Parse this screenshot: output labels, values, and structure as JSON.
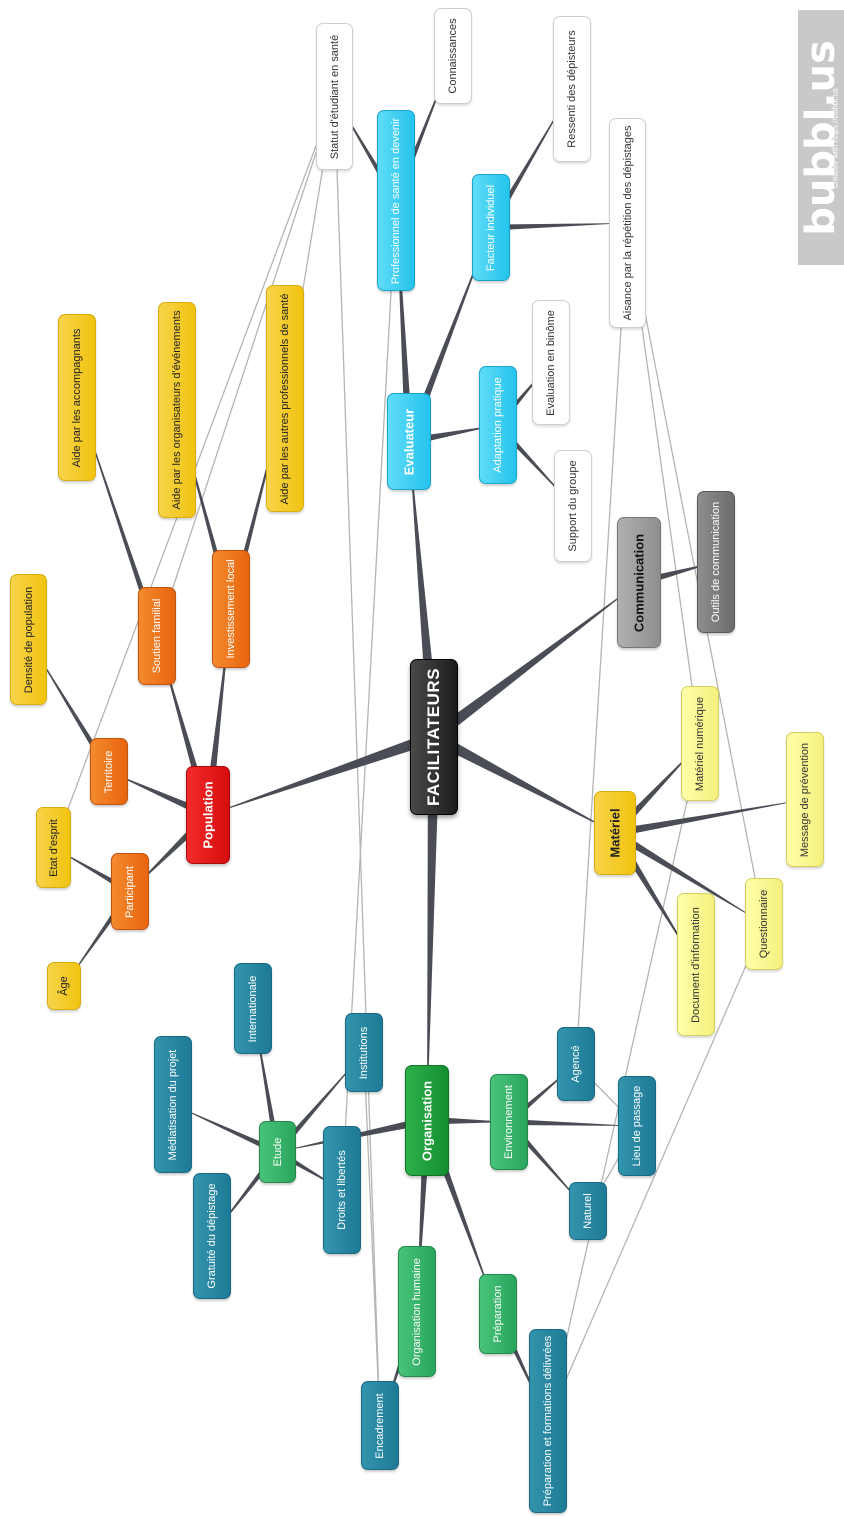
{
  "brand": {
    "logo": "bubbl.us",
    "credit": "created with https://bubbl.us"
  },
  "nodes": {
    "facilitateurs": "FACILITATEURS",
    "population": "Population",
    "evaluateur": "Evaluateur",
    "communication": "Communication",
    "materiel": "Matériel",
    "organisation": "Organisation",
    "territoire": "Territoire",
    "participant": "Participant",
    "soutien_familial": "Soutien familial",
    "investissement_local": "Investissement local",
    "densite_population": "Densité de population",
    "etat_esprit": "Etat d'esprit",
    "age": "Âge",
    "aide_accompagnants": "Aide par les accompagnants",
    "aide_organisateurs": "Aide par les organisateurs d'événements",
    "aide_autres_pro": "Aide par les autres professionnels de santé",
    "statut_etudiant": "Statut d'étudiant en santé",
    "connaissances": "Connaissances",
    "pro_sante_devenir": "Professionnel de santé en devenir",
    "ressenti_depisteurs": "Ressenti des dépisteurs",
    "facteur_individuel": "Facteur individuel",
    "aisance_repetition": "Aisance par la répétition des dépistages",
    "adaptation_pratique": "Adaptation pratique",
    "evaluation_binome": "Evaluation en binôme",
    "support_groupe": "Support du groupe",
    "outils_communication": "Outils de communication",
    "materiel_numerique": "Matériel numérique",
    "message_prevention": "Message de prévention",
    "questionnaire": "Questionnaire",
    "document_information": "Document d'information",
    "internationale": "Internationale",
    "institutions": "Institutions",
    "mediatisation": "Médiatisation du projet",
    "etude": "Etude",
    "droits_libertes": "Droits et libertés",
    "gratuite": "Gratuité du dépistage",
    "environnement": "Environnement",
    "agence": "Agencé",
    "lieu_passage": "Lieu de passage",
    "naturel": "Naturel",
    "organisation_humaine": "Organisation humaine",
    "preparation": "Préparation",
    "encadrement": "Encadrement",
    "preparation_formations": "Préparation et formations délivrées"
  },
  "colors": {
    "root": "#222222",
    "population": "#e31212",
    "orange": "#ee7418",
    "yellow": "#f3c614",
    "light_yellow": "#f8f58c",
    "cyan": "#34c9ef",
    "gray": "#999999",
    "dark_gray": "#7a7a7a",
    "teal": "#237f9b",
    "green": "#34b26a",
    "dark_green": "#1a9a38",
    "link": "#4a4d55",
    "cross_link": "#b5b5b5"
  }
}
